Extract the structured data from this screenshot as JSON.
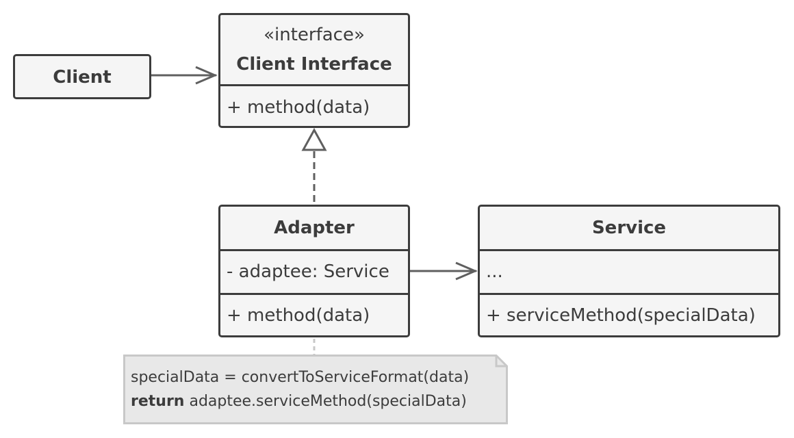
{
  "client": {
    "name": "Client"
  },
  "client_interface": {
    "stereotype": "«interface»",
    "name": "Client Interface",
    "methods": [
      "+ method(data)"
    ]
  },
  "adapter": {
    "name": "Adapter",
    "fields": [
      "- adaptee: Service"
    ],
    "methods": [
      "+ method(data)"
    ]
  },
  "service": {
    "name": "Service",
    "fields": [
      "..."
    ],
    "methods": [
      "+ serviceMethod(specialData)"
    ]
  },
  "note": {
    "line1": "specialData = convertToServiceFormat(data)",
    "line2_keyword": "return",
    "line2_rest": " adaptee.serviceMethod(specialData)"
  },
  "colors": {
    "stroke": "#3c3c3c",
    "box_fill": "#f5f5f5",
    "note_fill": "#e8e8e8",
    "note_stroke": "#c8c8c8"
  }
}
